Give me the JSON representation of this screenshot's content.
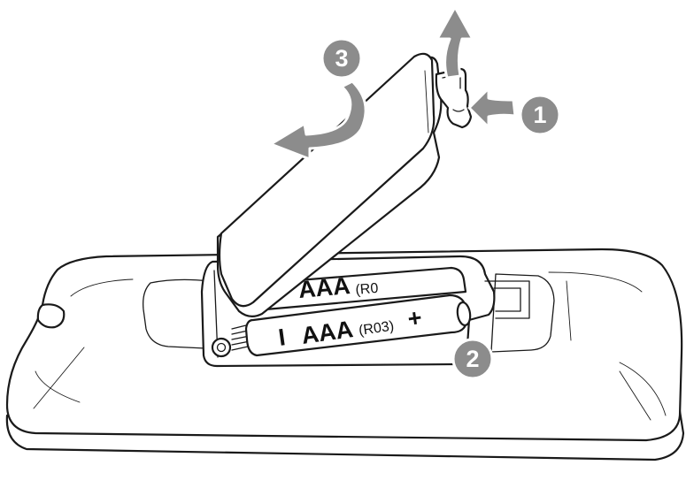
{
  "steps": [
    {
      "number": "1"
    },
    {
      "number": "2"
    },
    {
      "number": "3"
    }
  ],
  "batteries": [
    {
      "polarity_neg": "I",
      "type": "AAA",
      "code": "(R03)",
      "polarity_pos": "+"
    },
    {
      "type": "AAA",
      "code": "(R0"
    }
  ],
  "colors": {
    "step_badge": "#8c8c8c",
    "line": "#1a1a1a"
  }
}
